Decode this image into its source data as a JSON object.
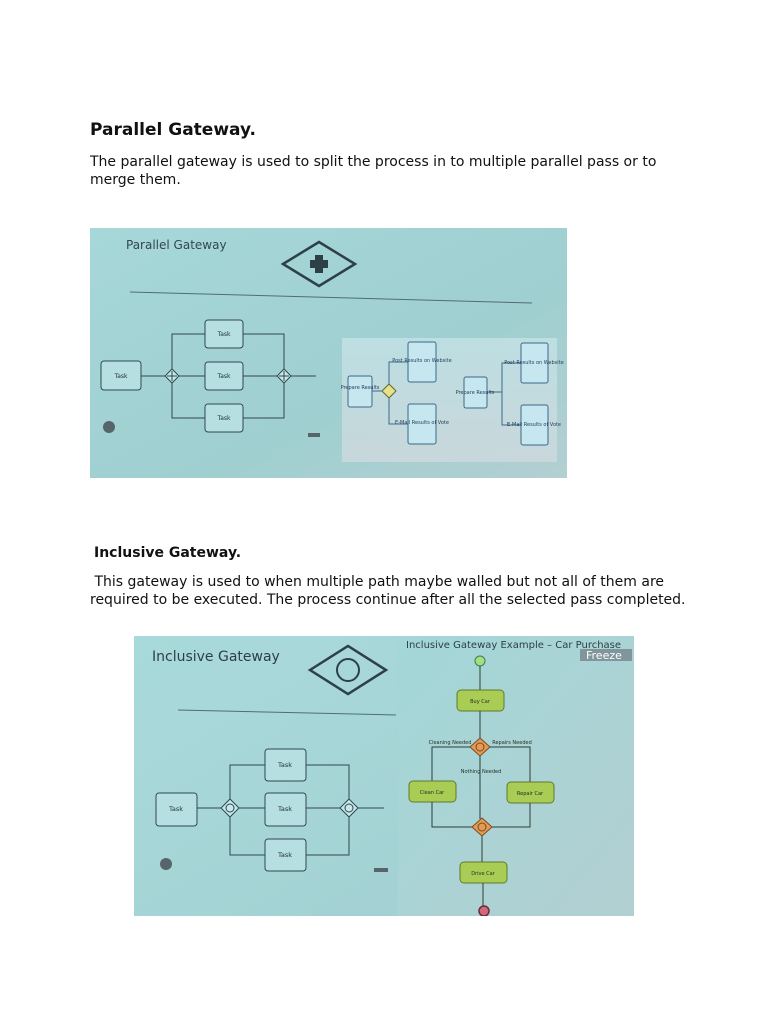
{
  "section1": {
    "title": "Parallel Gateway.",
    "body": "The parallel gateway is used to split the process in to multiple parallel pass or to merge them."
  },
  "figure1": {
    "header": "Parallel Gateway",
    "left_diagram": {
      "start": "Task",
      "tasks": [
        "Task",
        "Task",
        "Task"
      ]
    },
    "example1": {
      "start": "Prepare Results",
      "branches": [
        "Post Results on Website",
        "E-Mail Results of Vote"
      ]
    },
    "example2": {
      "start": "Prepare Results",
      "branches": [
        "Post Results on Website",
        "E-Mail Results of Vote"
      ]
    }
  },
  "section2": {
    "title": "Inclusive Gateway.",
    "body": "This gateway is used to when multiple path maybe walled but not all of them are required to be executed. The process continue after all the selected pass completed."
  },
  "figure2": {
    "header": "Inclusive Gateway",
    "left_diagram": {
      "start": "Task",
      "tasks": [
        "Task",
        "Task",
        "Task"
      ]
    },
    "example": {
      "title": "Inclusive Gateway Example – Car Purchase",
      "overlay": "Freeze",
      "buy": "Buy Car",
      "cond_left": "Cleaning Needed",
      "cond_right": "Repairs Needed",
      "cond_mid": "Nothing Needed",
      "clean": "Clean Car",
      "repair": "Repair Car",
      "drive": "Drive Car"
    }
  }
}
